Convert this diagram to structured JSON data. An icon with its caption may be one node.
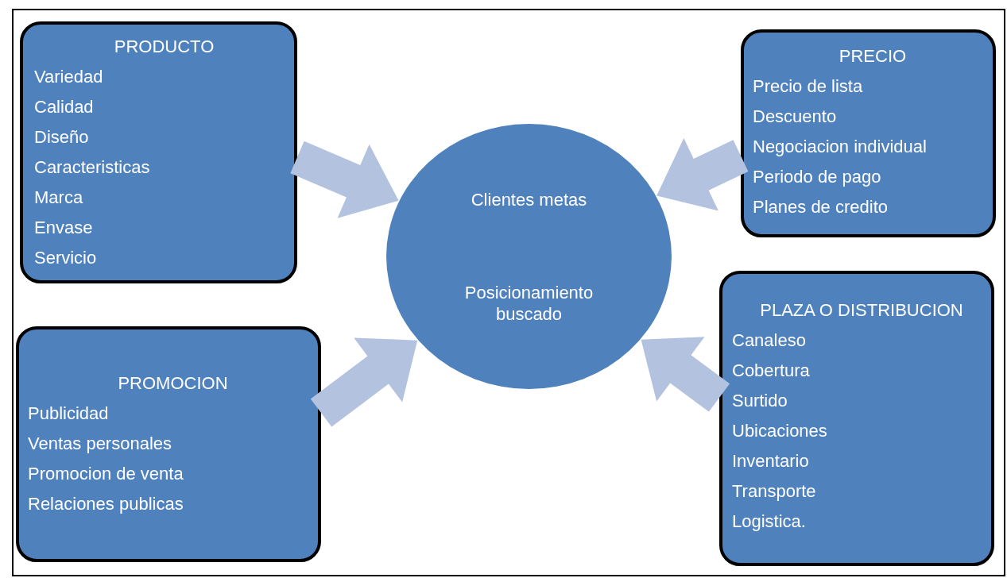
{
  "diagram": {
    "nodes": [
      {
        "text": [
          "PRODUCTO",
          "Variedad",
          "Calidad",
          "Diseño",
          "Caracteristicas",
          "Marca",
          "Envase",
          "Servicio"
        ]
      },
      {
        "text": [
          "PRECIO",
          "Precio de lista",
          "Descuento",
          "Negociacion individual",
          "Periodo de pago",
          "Planes de credito"
        ]
      },
      {
        "text": [
          "Clientes metas",
          "Posicionamiento buscado"
        ]
      },
      {
        "text": [
          "PROMOCION",
          "Publicidad",
          "Ventas personales",
          "Promocion de venta",
          "Relaciones publicas"
        ]
      },
      {
        "text": [
          "PLAZA O DISTRIBUCION",
          "Canaleso",
          "Cobertura",
          "Surtido",
          "Ubicaciones",
          "Inventario",
          "Transporte",
          "Logistica."
        ]
      }
    ],
    "edges": [
      {
        "from": 0,
        "to": 2,
        "arrow": "to",
        "style": "thick"
      },
      {
        "from": 1,
        "to": 2,
        "arrow": "to",
        "style": "thick"
      },
      {
        "from": 3,
        "to": 2,
        "arrow": "to",
        "style": "thick"
      },
      {
        "from": 4,
        "to": 2,
        "arrow": "to",
        "style": "thick"
      }
    ]
  }
}
